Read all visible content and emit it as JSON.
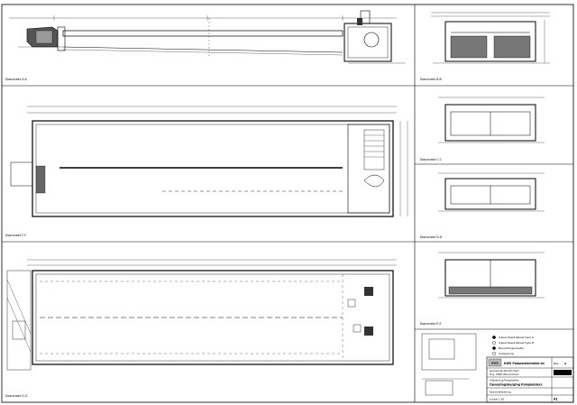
{
  "sheet": {
    "section_labels": {
      "a": "Doorsnede A-A",
      "b": "Doorsnede B-B",
      "c": "Doorsnede C-C",
      "d": "Doorsnede D-D",
      "e": "Doorsnede E-E",
      "f": "Doorsnede F-F",
      "g": "Doorsnede G-G"
    },
    "scale_note": "schaal 1:50"
  },
  "title_block": {
    "company": "KWS Pompentechniek bv",
    "client": "Gemeente Woudrichem",
    "project_number": "Proj: 0000 Woudrichem",
    "subject": "Uitbreiding Pompkelder",
    "drawing_title": "Opvoelingsberging Pompkelders",
    "sheet_label": "Opbouwtekening",
    "revision_label": "Rev.",
    "revision_value": "A",
    "format_label": "A1",
    "logo_text": "KWS"
  },
  "legend": {
    "items": [
      "Inspectieputdeksel type A",
      "Inspectieputdeksel type B",
      "Beluchtingsrooster",
      "Vulopening"
    ]
  }
}
